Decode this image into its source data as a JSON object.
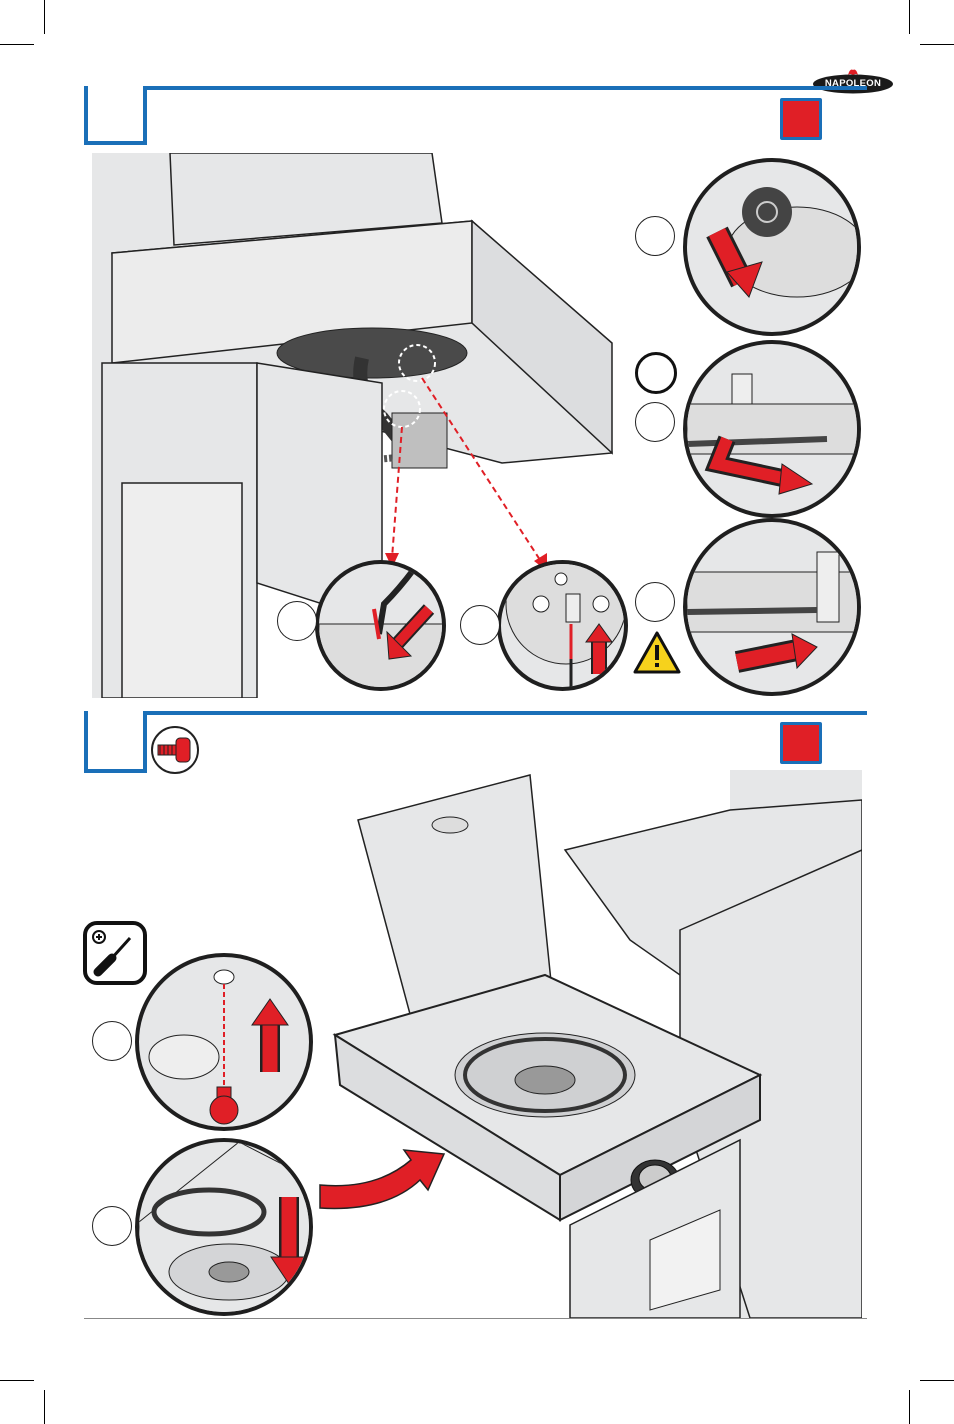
{
  "brand": {
    "name": "NAPOLEON",
    "color": "#1a1a1a",
    "flame_color": "#e01f26"
  },
  "colors": {
    "accent_blue": "#1a6fb8",
    "alert_red": "#e01f26",
    "panel_grey": "#e6e7e8",
    "warning_yellow": "#f6d21c"
  },
  "steps": [
    {
      "id": "step-a",
      "icons": [
        "red-square-icon"
      ]
    },
    {
      "id": "step-b",
      "icons": [
        "screw-icon",
        "red-square-icon",
        "screwdriver-icon"
      ]
    }
  ],
  "icons": [
    "napoleon-logo-icon",
    "warning-icon",
    "screw-icon",
    "screwdriver-icon",
    "arrow-icon"
  ]
}
